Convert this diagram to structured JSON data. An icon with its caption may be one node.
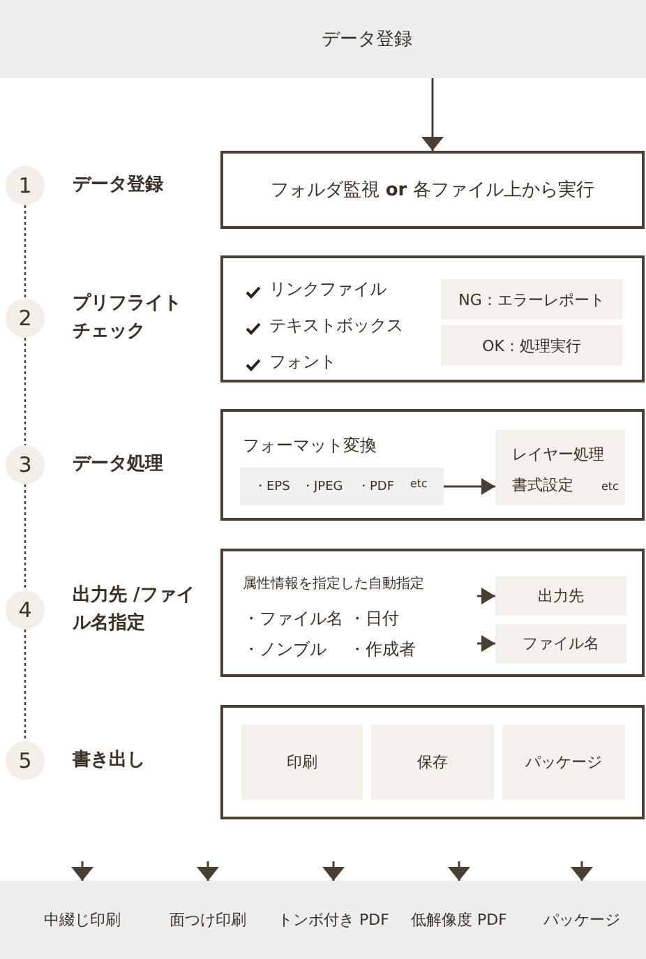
{
  "diagram": {
    "nodes": [
      {
        "text": [
          "データ登録"
        ]
      },
      {
        "text": [
          "1"
        ],
        "beside": [
          "データ登録"
        ]
      },
      {
        "text": [
          "フォルダ監視 **or** 各ファイル上から実行"
        ]
      },
      {
        "text": [
          "2"
        ],
        "beside": [
          "プリフライトチェック"
        ]
      },
      {
        "text": [
          "リンクファイル",
          "テキストボックス",
          "フォント"
        ]
      },
      {
        "text": [
          "NG：エラーレポート"
        ],
        "in": 4
      },
      {
        "text": [
          "OK：処理実行"
        ],
        "in": 4
      },
      {
        "text": [
          "3"
        ],
        "beside": [
          "データ処理"
        ]
      },
      {
        "text": [
          "フォーマット変換"
        ]
      },
      {
        "text": [
          "・EPS",
          "・JPEG",
          "・PDF",
          "etc"
        ],
        "in": 8
      },
      {
        "text": [
          "レイヤー処理",
          "書式設定",
          "etc"
        ],
        "in": 8
      },
      {
        "text": [
          "4"
        ],
        "beside": [
          "出力先 /ファイル名指定"
        ]
      },
      {
        "text": [
          "属性情報を指定した自動指定",
          "・ファイル名",
          "・日付",
          "・ノンブル",
          "・作成者"
        ]
      },
      {
        "text": [
          "出力先"
        ],
        "in": 12
      },
      {
        "text": [
          "ファイル名"
        ],
        "in": 12
      },
      {
        "text": [
          "5"
        ],
        "beside": [
          "書き出し"
        ]
      },
      {
        "text": [],
        "shape": "box"
      },
      {
        "text": [
          "印刷"
        ],
        "in": 16
      },
      {
        "text": [
          "保存"
        ],
        "in": 16
      },
      {
        "text": [
          "パッケージ"
        ],
        "in": 16
      },
      {
        "text": [
          "中綴じ印刷"
        ]
      },
      {
        "text": [
          "面つけ印刷"
        ]
      },
      {
        "text": [
          "トンボ付き PDF"
        ]
      },
      {
        "text": [
          "低解像度 PDF"
        ]
      },
      {
        "text": [
          "パッケージ"
        ]
      }
    ],
    "edges": [
      {
        "from": 0,
        "to": 2,
        "arrow": "to"
      },
      {
        "from": 1,
        "to": 3,
        "arrow": "none",
        "style": "dashed"
      },
      {
        "from": 3,
        "to": 7,
        "arrow": "none",
        "style": "dashed"
      },
      {
        "from": 7,
        "to": 11,
        "arrow": "none",
        "style": "dashed"
      },
      {
        "from": 11,
        "to": 15,
        "arrow": "none",
        "style": "dashed"
      },
      {
        "from": 9,
        "to": 10,
        "arrow": "to"
      },
      {
        "from": null,
        "to": 13,
        "arrow": "to"
      },
      {
        "from": null,
        "to": 14,
        "arrow": "to"
      },
      {
        "from": null,
        "to": 20,
        "arrow": "to"
      },
      {
        "from": null,
        "to": 21,
        "arrow": "to"
      },
      {
        "from": null,
        "to": 22,
        "arrow": "to"
      },
      {
        "from": null,
        "to": 23,
        "arrow": "to"
      },
      {
        "from": null,
        "to": 24,
        "arrow": "to"
      }
    ]
  }
}
